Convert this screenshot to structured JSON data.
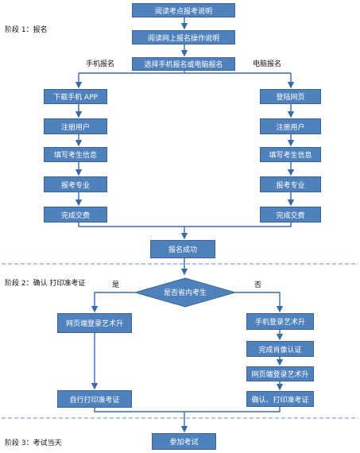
{
  "stages": {
    "s1": "阶段 1：报名",
    "s2": "阶段 2：确认  打印准考证",
    "s3": "阶段 3：考试当天"
  },
  "branch_labels": {
    "mobile": "手机报名",
    "pc": "电脑报名",
    "yes": "是",
    "no": "否"
  },
  "nodes": {
    "read_notes": "阅读考点报考说明",
    "read_online": "阅读网上报名操作说明",
    "choose": "选择手机报名或电脑报名",
    "download_app": "下载手机 APP",
    "register_l": "注册用户",
    "fill_l": "填写考生信息",
    "apply_l": "报考专业",
    "pay_l": "完成交费",
    "login_web": "登陆网页",
    "register_r": "注册用户",
    "fill_r": "填写考生信息",
    "apply_r": "报考专业",
    "pay_r": "完成交费",
    "success": "报名成功",
    "decision": "是否省内考生",
    "web_login_art_l": "网页端登录艺术升",
    "self_print": "自行打印准考证",
    "mobile_login_art": "手机登录艺术升",
    "photo_cert": "完成肖像认证",
    "web_login_art_r": "网页端登录艺术升",
    "confirm_print": "确认、打印准考证",
    "attend": "参加考试"
  },
  "colors": {
    "box_fill": "#4f81bd",
    "box_border": "#3c6596",
    "arrow": "#3a6aa8",
    "divider": "#7aa6d4"
  }
}
